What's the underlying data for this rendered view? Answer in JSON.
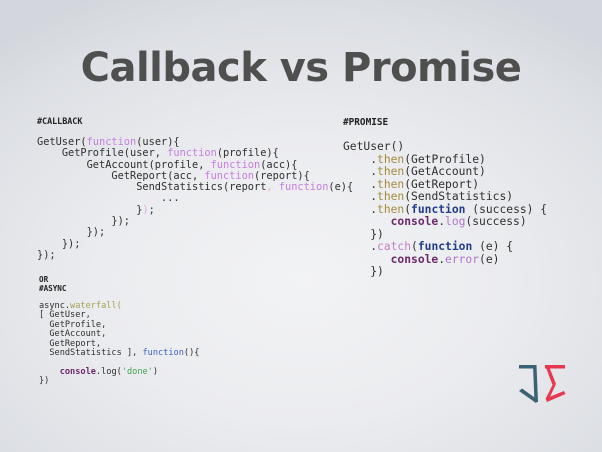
{
  "slide": {
    "title": "Callback vs Promise",
    "colors": {
      "title": "#4f4f4f",
      "keyword_function": "#c77ee0",
      "then_method": "#a58a3c",
      "function_bold": "#213c8a",
      "console_bold": "#6c2a6c",
      "string": "#3fa44f",
      "logo_left": "#3a6272",
      "logo_right": "#e8384f"
    }
  },
  "callback": {
    "heading": "#CALLBACK",
    "lines": [
      {
        "indent": "",
        "parts": [
          "GetUser(",
          "function",
          "(user){"
        ]
      },
      {
        "indent": "    ",
        "parts": [
          "GetProfile(user, ",
          "function",
          "(profile){"
        ]
      },
      {
        "indent": "        ",
        "parts": [
          "GetAccount(profile, ",
          "function",
          "(acc){"
        ]
      },
      {
        "indent": "            ",
        "parts": [
          "GetReport(acc, ",
          "function",
          "(report){"
        ]
      },
      {
        "indent": "                ",
        "parts": [
          "SendStatistics(report",
          ", ",
          "function",
          "(e){"
        ]
      },
      {
        "indent": "                    ",
        "parts": [
          "..."
        ]
      },
      {
        "indent": "                ",
        "parts": [
          "}",
          ")",
          ";"
        ]
      },
      {
        "indent": "            ",
        "parts": [
          "});"
        ]
      },
      {
        "indent": "        ",
        "parts": [
          "});"
        ]
      },
      {
        "indent": "    ",
        "parts": [
          "});"
        ]
      },
      {
        "indent": "",
        "parts": [
          "});"
        ]
      }
    ]
  },
  "async": {
    "heading": "OR\n#ASYNC",
    "lines": [
      {
        "parts": [
          "async.",
          "waterfall",
          "("
        ]
      },
      {
        "parts": [
          "[ GetUser,"
        ]
      },
      {
        "parts": [
          "  GetProfile,"
        ]
      },
      {
        "parts": [
          "  GetAccount,"
        ]
      },
      {
        "parts": [
          "  GetReport,"
        ]
      },
      {
        "parts": [
          "  SendStatistics ], ",
          "function",
          "(){"
        ]
      },
      {
        "parts": [
          ""
        ]
      },
      {
        "parts": [
          "    ",
          "console",
          ".log(",
          "'done'",
          ")"
        ]
      },
      {
        "parts": [
          "})"
        ]
      }
    ]
  },
  "promise": {
    "heading": "#PROMISE",
    "lines": [
      {
        "parts": [
          "GetUser()"
        ]
      },
      {
        "parts": [
          "    .",
          "then",
          "(GetProfile)"
        ]
      },
      {
        "parts": [
          "    .",
          "then",
          "(GetAccount)"
        ]
      },
      {
        "parts": [
          "    .",
          "then",
          "(GetReport)"
        ]
      },
      {
        "parts": [
          "    .",
          "then",
          "(SendStatistics)"
        ]
      },
      {
        "parts": [
          "    .",
          "then",
          "(",
          "function",
          " (success) {"
        ]
      },
      {
        "parts": [
          "       ",
          "console",
          ".",
          "log",
          "(success)"
        ]
      },
      {
        "parts": [
          "    })"
        ]
      },
      {
        "parts": [
          "    .",
          "catch",
          "(",
          "function",
          " (e) {"
        ]
      },
      {
        "parts": [
          "       ",
          "console",
          ".",
          "error",
          "(e)"
        ]
      },
      {
        "parts": [
          "    })"
        ]
      }
    ]
  },
  "logo": {
    "name": "JS logo"
  }
}
